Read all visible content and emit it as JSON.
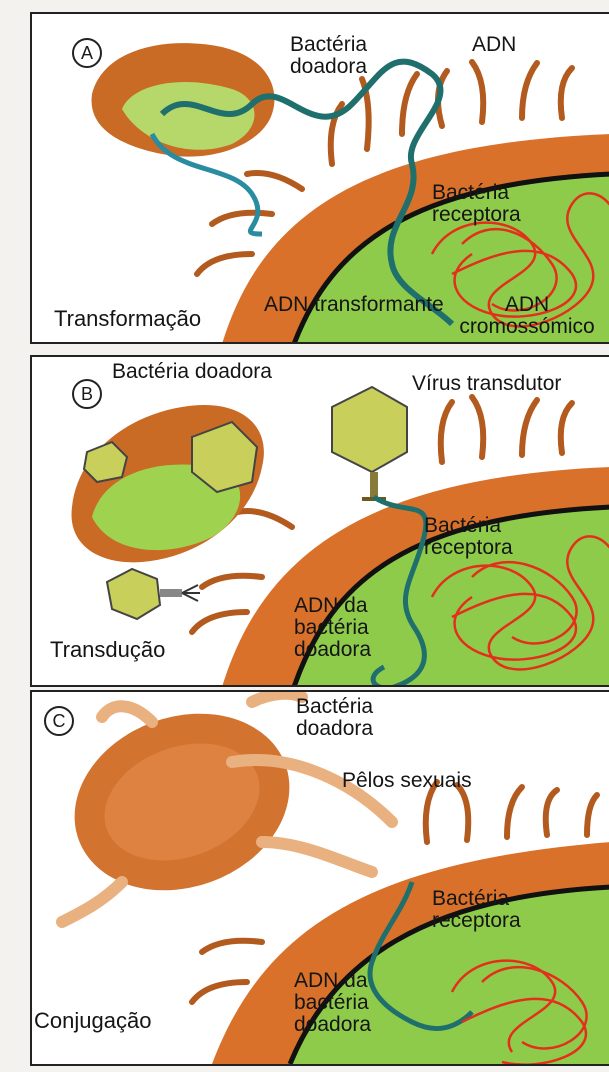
{
  "colors": {
    "bacterium_outer": "#d9712a",
    "bacterium_inner": "#88c944",
    "donor_outer": "#c96a25",
    "donor_inner": "#b6d86a",
    "dna_teal": "#1f6f6c",
    "chromosome_red": "#e2301c",
    "virus": "#c8cf5a"
  },
  "panels": [
    {
      "badge": "A",
      "title": "Transformação",
      "labels": {
        "donor": "Bactéria doadora",
        "dna": "ADN",
        "receptor": "Bactéria receptora",
        "transforming_dna": "ADN transformante",
        "chromosomal_dna": "ADN cromossómico"
      }
    },
    {
      "badge": "B",
      "title": "Transdução",
      "labels": {
        "donor": "Bactéria doadora",
        "virus": "Vírus transdutor",
        "receptor": "Bactéria receptora",
        "donor_dna": "ADN da bactéria doadora"
      }
    },
    {
      "badge": "C",
      "title": "Conjugação",
      "labels": {
        "donor": "Bactéria doadora",
        "pili": "Pêlos sexuais",
        "receptor": "Bactéria receptora",
        "donor_dna": "ADN da bactéria doadora"
      }
    }
  ]
}
